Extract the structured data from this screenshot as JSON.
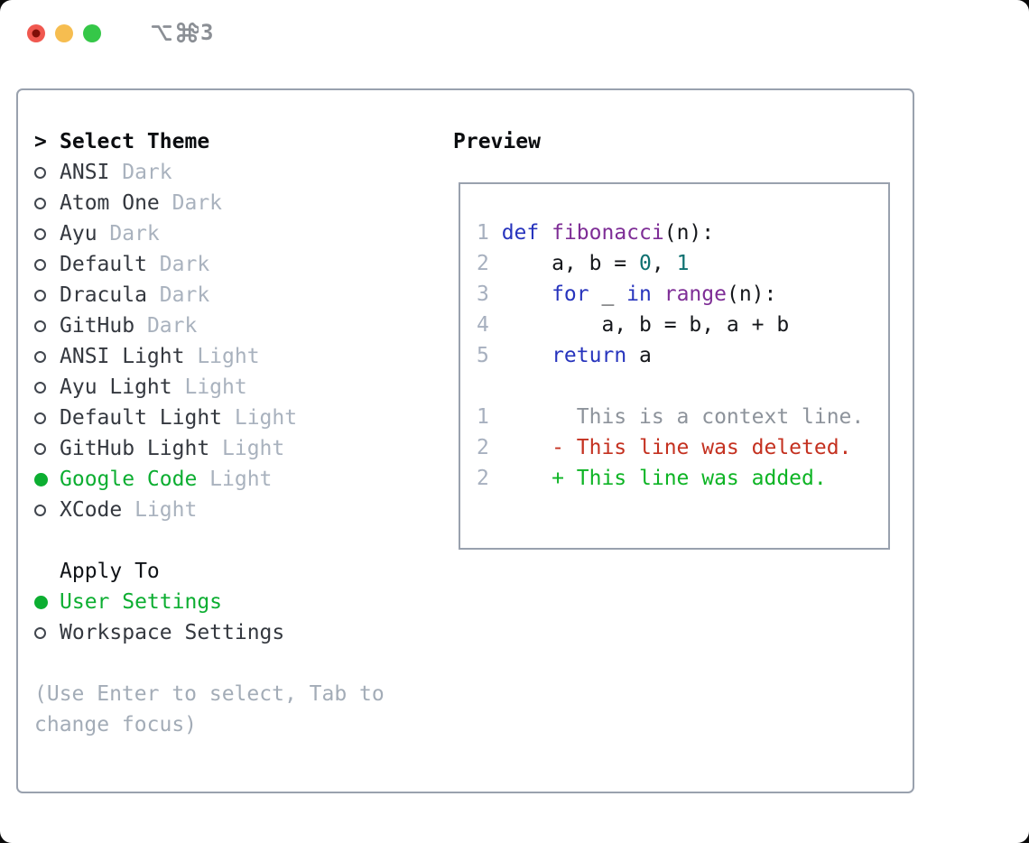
{
  "window": {
    "shortcut": "⌥⌘3",
    "shortcut_number": "3",
    "traffic_lights": {
      "close": "#f0584f",
      "close_dot": "#7f0f08",
      "minimize": "#f6bd50",
      "zoom": "#35c748"
    }
  },
  "select": {
    "prefix": ">",
    "title": "Select Theme",
    "themes": [
      {
        "name": "ANSI",
        "tag": "Dark",
        "selected": false
      },
      {
        "name": "Atom One",
        "tag": "Dark",
        "selected": false
      },
      {
        "name": "Ayu",
        "tag": "Dark",
        "selected": false
      },
      {
        "name": "Default",
        "tag": "Dark",
        "selected": false
      },
      {
        "name": "Dracula",
        "tag": "Dark",
        "selected": false
      },
      {
        "name": "GitHub",
        "tag": "Dark",
        "selected": false
      },
      {
        "name": "ANSI Light",
        "tag": "Light",
        "selected": false
      },
      {
        "name": "Ayu Light",
        "tag": "Light",
        "selected": false
      },
      {
        "name": "Default Light",
        "tag": "Light",
        "selected": false
      },
      {
        "name": "GitHub Light",
        "tag": "Light",
        "selected": false
      },
      {
        "name": "Google Code",
        "tag": "Light",
        "selected": true
      },
      {
        "name": "XCode",
        "tag": "Light",
        "selected": false
      }
    ]
  },
  "apply_to": {
    "title": "Apply To",
    "options": [
      {
        "label": "User Settings",
        "selected": true
      },
      {
        "label": "Workspace Settings",
        "selected": false
      }
    ]
  },
  "help": "(Use Enter to select, Tab to change focus)",
  "preview": {
    "title": "Preview",
    "code": [
      {
        "num": "1",
        "segments": [
          {
            "text": "def",
            "style": "kw"
          },
          {
            "text": " ",
            "style": "plain"
          },
          {
            "text": "fibonacci",
            "style": "fn"
          },
          {
            "text": "(n):",
            "style": "plain"
          }
        ]
      },
      {
        "num": "2",
        "segments": [
          {
            "text": "    a, b = ",
            "style": "plain"
          },
          {
            "text": "0",
            "style": "num"
          },
          {
            "text": ", ",
            "style": "plain"
          },
          {
            "text": "1",
            "style": "num"
          }
        ]
      },
      {
        "num": "3",
        "segments": [
          {
            "text": "    ",
            "style": "plain"
          },
          {
            "text": "for",
            "style": "kw"
          },
          {
            "text": " _ ",
            "style": "plain"
          },
          {
            "text": "in",
            "style": "kw"
          },
          {
            "text": " ",
            "style": "plain"
          },
          {
            "text": "range",
            "style": "fn"
          },
          {
            "text": "(n):",
            "style": "plain"
          }
        ]
      },
      {
        "num": "4",
        "segments": [
          {
            "text": "        a, b = b, a + b",
            "style": "plain"
          }
        ]
      },
      {
        "num": "5",
        "segments": [
          {
            "text": "    ",
            "style": "plain"
          },
          {
            "text": "return",
            "style": "kw"
          },
          {
            "text": " a",
            "style": "plain"
          }
        ]
      }
    ],
    "diff": [
      {
        "num": "1",
        "text": "      This is a context line.",
        "style": "ctx"
      },
      {
        "num": "2",
        "text": "    - This line was deleted.",
        "style": "del"
      },
      {
        "num": "2",
        "text": "    + This line was added.",
        "style": "add"
      }
    ]
  },
  "colors": {
    "accent_green": "#0cae31",
    "diff_green": "#0db424",
    "diff_red": "#c43120",
    "keyword_blue": "#2734bd",
    "function_purple": "#7e2d96",
    "number_teal": "#0e7070",
    "border_gray": "#99a1ae",
    "tag_gray": "#a9b2be",
    "text_dark": "#34383f"
  }
}
